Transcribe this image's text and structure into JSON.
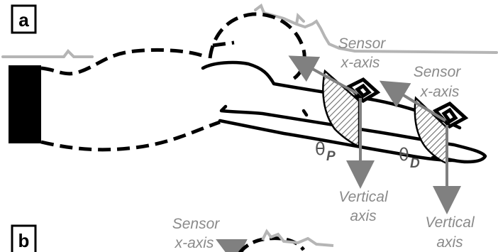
{
  "panels": {
    "a": "a",
    "b": "b"
  },
  "labels": {
    "sensor_x_axis_line1": "Sensor",
    "sensor_x_axis_line2": "x-axis",
    "vertical_axis_line1": "Vertical",
    "vertical_axis_line2": "axis",
    "theta": "θ",
    "theta_p_sub": "P",
    "theta_d_sub": "D"
  },
  "colors": {
    "outline": "#000000",
    "arrow": "#808080",
    "ground": "#b5b5b5",
    "label": "#8a8a8a",
    "hatch": "#6e6e6e"
  }
}
